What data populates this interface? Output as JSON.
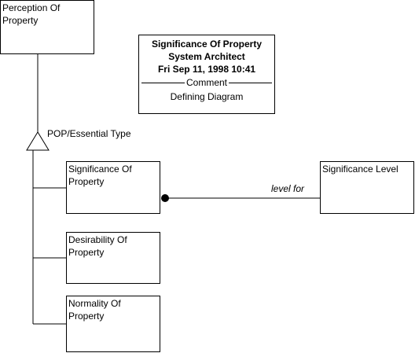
{
  "title_block": {
    "name": "Significance Of Property",
    "author": "System Architect",
    "date": "Fri Sep 11, 1998  10:41",
    "comment_label": "Comment",
    "comment_text": "Defining Diagram"
  },
  "entities": {
    "perception": "Perception Of\nProperty",
    "significance": "Significance Of\nProperty",
    "desirability": "Desirability Of\nProperty",
    "normality": "Normality Of\nProperty",
    "significance_level": "Significance Level"
  },
  "labels": {
    "subtype_discriminator": "POP/Essential Type",
    "relationship": "level for"
  }
}
